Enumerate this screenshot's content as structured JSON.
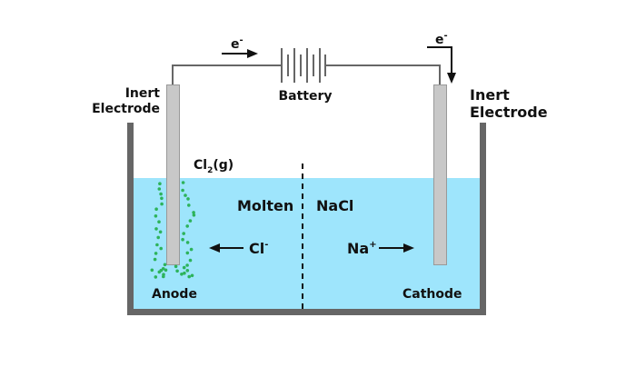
{
  "labels": {
    "left_electrode_line1": "Inert",
    "left_electrode_line2": "Electrode",
    "right_electrode_line1": "Inert",
    "right_electrode_line2": "Electrode",
    "battery": "Battery",
    "electron_left": "e",
    "electron_right": "e",
    "electron_charge": "-",
    "gas": "Cl",
    "gas_subscript": "2",
    "gas_state": "(g)",
    "molten": "Molten",
    "nacl": "NaCl",
    "chloride": "Cl",
    "chloride_charge": "-",
    "sodium": "Na",
    "sodium_charge": "+",
    "anode": "Anode",
    "cathode": "Cathode"
  },
  "colors": {
    "liquid": "#9ee5fc",
    "container": "#666666",
    "electrode": "#c8c8c8",
    "bubbles": "#2db35b",
    "wire": "#666666"
  }
}
